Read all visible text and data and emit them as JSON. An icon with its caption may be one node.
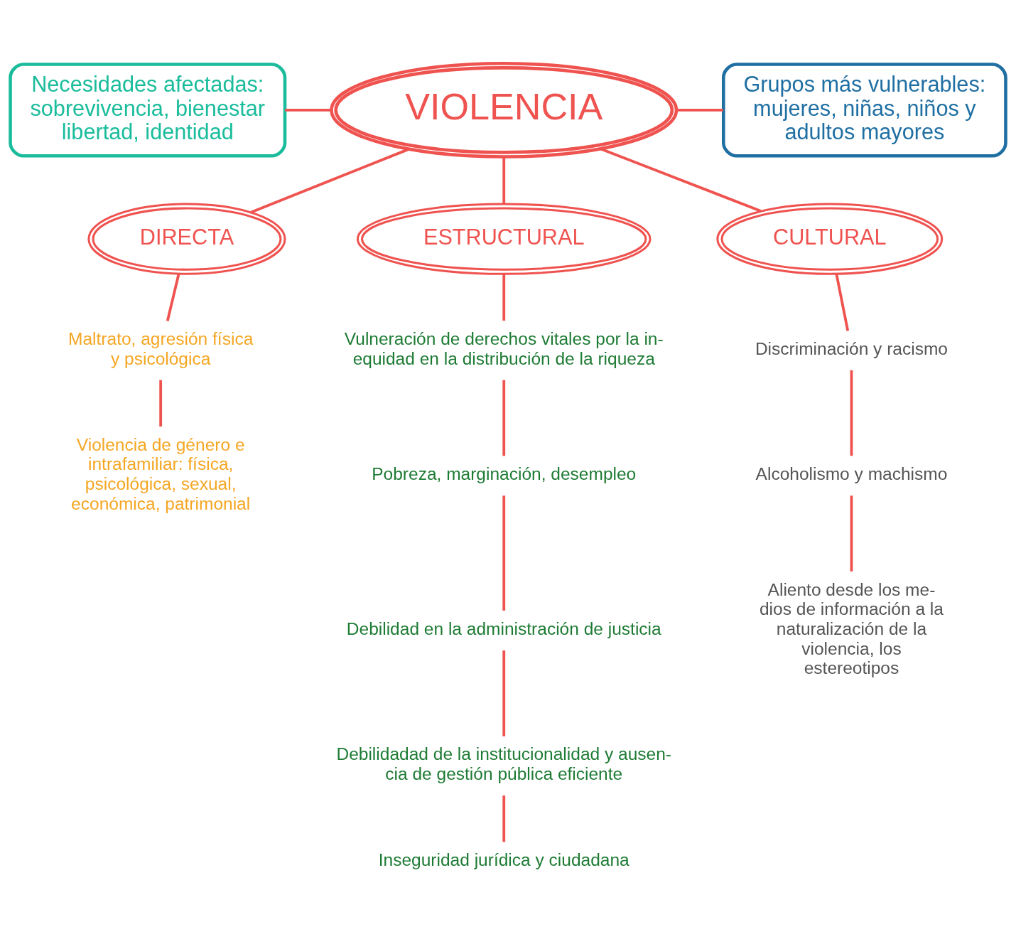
{
  "diagram": {
    "nodes": [
      {
        "text": [
          "VIOLENCIA"
        ]
      },
      {
        "text": [
          "Necesidades afectadas: sobrevivencia, bienestar libertad, identidad"
        ]
      },
      {
        "text": [
          "Grupos más vulnerables: mujeres, niñas, niños y adultos mayores"
        ]
      },
      {
        "text": [
          "DIRECTA"
        ]
      },
      {
        "text": [
          "ESTRUCTURAL"
        ]
      },
      {
        "text": [
          "CULTURAL"
        ]
      },
      {
        "text": [
          "Maltrato, agresión física y psicológica"
        ]
      },
      {
        "text": [
          "Violencia de género e intrafamiliar: física, psicológica, sexual, económica, patrimonial"
        ]
      },
      {
        "text": [
          "Vulneración de derechos vitales por la in- equidad en la distribución de la riqueza"
        ]
      },
      {
        "text": [
          "Pobreza, marginación, desempleo"
        ]
      },
      {
        "text": [
          "Debilidad en la administración de justicia"
        ]
      },
      {
        "text": [
          "Debilidadad de la institucionalidad y ausen- cia de gestión pública eficiente"
        ]
      },
      {
        "text": [
          "Inseguridad jurídica y ciudadana"
        ]
      },
      {
        "text": [
          "Discriminación y racismo"
        ]
      },
      {
        "text": [
          "Alcoholismo y machismo"
        ]
      },
      {
        "text": [
          "Aliento desde los me- dios de información a la naturalización de la violencia, los estereotipos"
        ]
      }
    ],
    "edges": [
      {
        "from": 1,
        "to": 0,
        "arrow": "none"
      },
      {
        "from": 0,
        "to": 2,
        "arrow": "none"
      },
      {
        "from": 0,
        "to": 3,
        "arrow": "none"
      },
      {
        "from": 0,
        "to": 4,
        "arrow": "none"
      },
      {
        "from": 0,
        "to": 5,
        "arrow": "none"
      },
      {
        "from": 3,
        "to": 6,
        "arrow": "none"
      },
      {
        "from": 6,
        "to": 7,
        "arrow": "none"
      },
      {
        "from": 4,
        "to": 8,
        "arrow": "none"
      },
      {
        "from": 8,
        "to": 9,
        "arrow": "none"
      },
      {
        "from": 9,
        "to": 10,
        "arrow": "none"
      },
      {
        "from": 10,
        "to": 11,
        "arrow": "none"
      },
      {
        "from": 11,
        "to": 12,
        "arrow": "none"
      },
      {
        "from": 5,
        "to": 13,
        "arrow": "none"
      },
      {
        "from": 13,
        "to": 14,
        "arrow": "none"
      },
      {
        "from": 14,
        "to": 15,
        "arrow": "none"
      }
    ]
  }
}
